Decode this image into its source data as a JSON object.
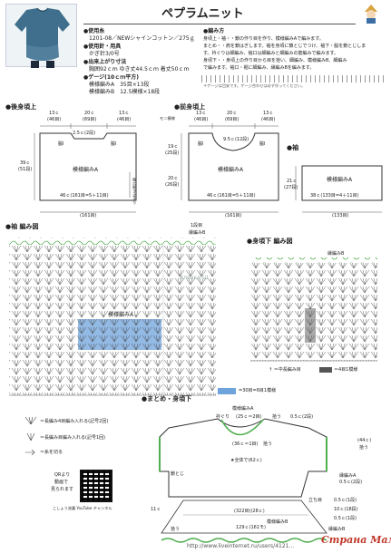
{
  "title": "ペプラムニット",
  "info": {
    "yarn_head": "●使用糸",
    "yarn": "1201-08／NEWシャインコットン／275ｇ",
    "tools_head": "●使用針・用具",
    "tools": "かぎ針3/0号",
    "size_head": "●出来上がり寸法",
    "size": "胸囲92ｃｍ ゆき丈44.5ｃｍ 着丈50ｃｍ",
    "gauge_head": "●ゲージ(10ｃｍ平方)",
    "gauge_a": "模様編みA　35目×13段",
    "gauge_b": "模様編みB　12.5模様×18段"
  },
  "method": {
    "head": "●編み方",
    "lines": [
      "身頃上・袖・・鎖の作り目を作り、模様編みAで編みます。",
      "まとめ・・肩を鎖はぎします。袖を身頃に鎖とじでつけ、袖下・脇を鎖とじしま",
      "す。衿ぐりは細編み、袖口は細編みと細編みの筋編みで編みます。",
      "身頃下・・身頃上の作り目から目を拾い、細編み、模様編みB、細編み",
      "で編みます。袖口・裾に細編み、縁編みBを編みます。"
    ],
    "note": "＊ゲージは目安です。ゲージ合わせは必ず作ってください。"
  },
  "back": {
    "head": "●後身頃上",
    "d13l": "13ｃ",
    "d46l": "(46目)",
    "d20": "20ｃ",
    "d69": "(69目)",
    "d13r": "13ｃ",
    "d46r": "(46目)",
    "neck": "2.5ｃ(2段)",
    "arm_l": "脇Ⅰ",
    "arm_r": "脇Ⅰ",
    "h39": "39ｃ",
    "h51": "(51段)",
    "pattern": "模様編みA",
    "bottom": "46ｃ(161目=5＋11目)",
    "width": "(161目)",
    "side": "脇の開き止まり"
  },
  "front": {
    "head": "●前身頃上",
    "d13l": "13ｃ",
    "d46l": "(46目)",
    "d20": "20ｃ",
    "d69": "(69目)",
    "d13r": "13ｃ",
    "d46r": "(46目)",
    "neck": "9.5ｃ(12段)",
    "arm_l": "脇Ⅰ",
    "arm_r": "脇Ⅰ",
    "mark": "モ＝模様",
    "h19": "19ｃ",
    "h25": "(25段)",
    "h20": "20ｃ",
    "h26": "(26段)",
    "pattern": "模様編みA",
    "bottom": "46ｃ(161目=5＋11目)",
    "width": "(161目)"
  },
  "sleeve": {
    "head": "●袖",
    "h21": "21ｃ",
    "h27": "(27段)",
    "pattern": "模様編みA",
    "bottom": "38ｃ(133目=4＋11目)",
    "width": "(133目)"
  },
  "sleeve_chart": {
    "head": "●袖 編み図",
    "edge": "縁編みB",
    "start": "1段目",
    "pattern": "模様編みA",
    "legend": "=30目=6目1模様",
    "watermark": "Аленка-Ш"
  },
  "back_lower_chart": {
    "head": "●身頃下 編み図",
    "edge": "縁編みB",
    "legend_left": "↑ ＝中長編み目",
    "legend_right": "＝4目1模様"
  },
  "symbols": [
    "＝長編み4目編み入れる(記号2回)",
    "＝長編み目編み入れる(記号1回)",
    "＝糸を切る"
  ],
  "qr": {
    "line1": "QRより",
    "line2": "動画で",
    "line3": "見られます",
    "credit": "こしょう流裏 YouTube チャンネル"
  },
  "assembly": {
    "head": "●まとめ・身頃下",
    "pat_a": "模様編みA",
    "neck": "衿ぐり",
    "neck_v": "(25ｃ＝2目)",
    "pick_top": "拾う",
    "pat_a2": "0.5ｃ(2段)",
    "neck_rib": "(36ｃ＝1目)",
    "pick2": "拾う",
    "all": "★全体で(62ｃ)",
    "sleeve_r": "(44ｃ)",
    "sleeve_r2": "拾う",
    "side": "鎖とじ",
    "edge_a": "縁編みA",
    "edge_a2": "0.5ｃ(2段)",
    "stand": "立ち目",
    "r1": "0.5ｃ(1段)",
    "r2": "10ｃ(18段)",
    "r3": "0.5ｃ(1段)",
    "pat_b": "模様編みB",
    "edge_b": "縁編みB",
    "w322": "(322目)(28ｃ)",
    "w129": "129ｃ(161モ)",
    "h11": "11ｃ",
    "pick_left": "拾う"
  },
  "footer": "http://www.liveinternet.ru/users/4121...",
  "brand": "Страна Мам",
  "colors": {
    "blue": "#6fa3dc",
    "green": "#4fae4f",
    "gray": "#555555"
  }
}
